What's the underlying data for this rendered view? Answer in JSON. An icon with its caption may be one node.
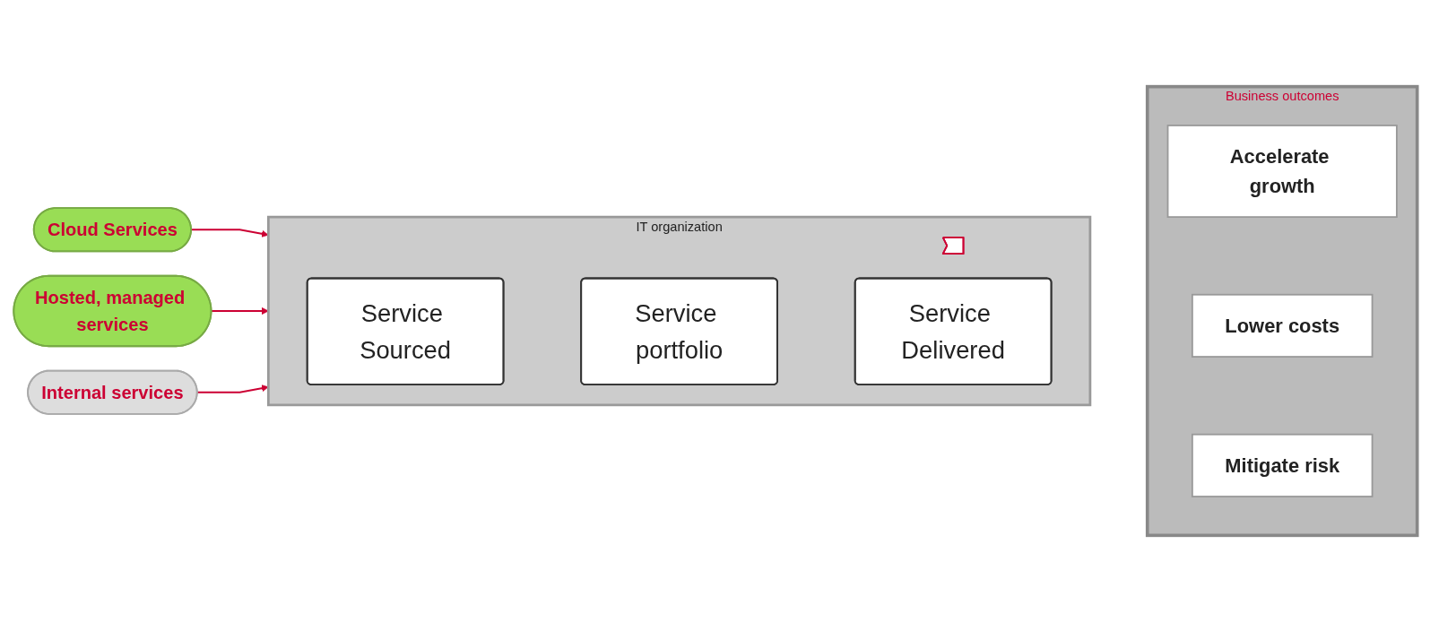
{
  "diagram": {
    "nodes": [
      {
        "text": [
          "IT organization"
        ]
      },
      {
        "text": [],
        "shape": "arrow",
        "in": 0
      },
      {
        "text": [
          "Service Sourced"
        ],
        "in": 0
      },
      {
        "text": [
          "Service portfolio"
        ],
        "in": 0
      },
      {
        "text": [
          "Service Delivered"
        ],
        "in": 0
      },
      {
        "text": [
          "Cloud Services"
        ]
      },
      {
        "text": [
          "Hosted, managed services"
        ]
      },
      {
        "text": [
          "Internal services"
        ]
      },
      {
        "text": [
          "Business outcomes"
        ]
      },
      {
        "text": [
          "Accelerate growth"
        ],
        "in": 8
      },
      {
        "text": [
          "Lower costs"
        ],
        "in": 8
      },
      {
        "text": [
          "Mitigate risk"
        ],
        "in": 8
      }
    ],
    "edges": [
      {
        "from": 5,
        "to": 0,
        "arrow": "to"
      },
      {
        "from": 6,
        "to": 0,
        "arrow": "to"
      },
      {
        "from": 7,
        "to": 0,
        "arrow": "to"
      }
    ]
  }
}
